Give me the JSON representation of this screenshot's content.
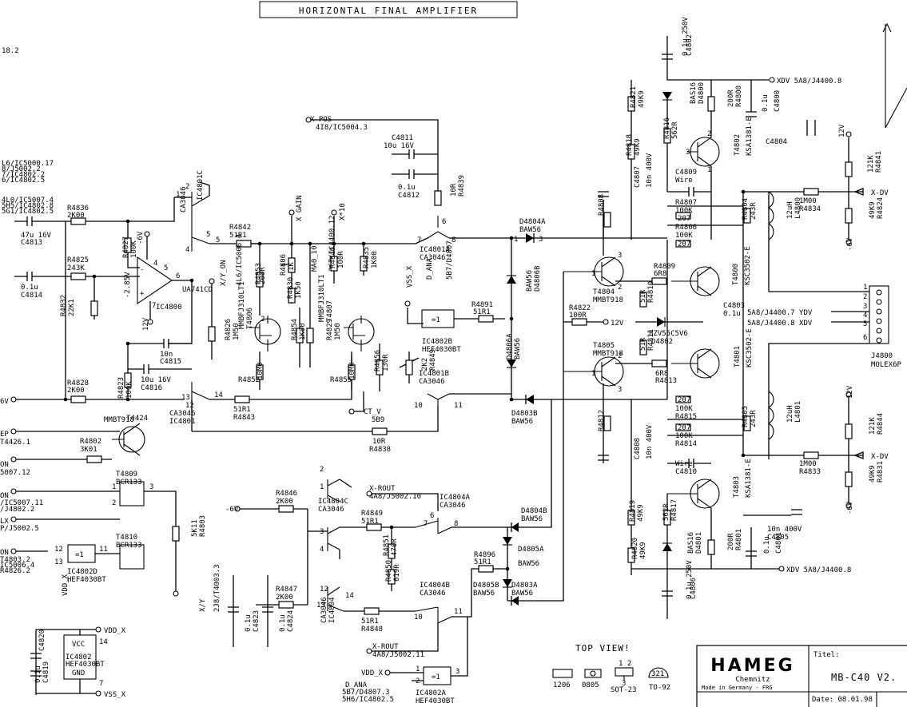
{
  "title": "HORIZONTAL FINAL AMPLIFIER",
  "left_edge": {
    "ref_top": "18.2",
    "refs_a": [
      "L6/IC5000.17",
      "8/J5002.2",
      "7/IC4802.2",
      "6/IC4802.5"
    ],
    "refs_b": [
      "4L0/IC5007.4",
      "5H5/IC4802.8",
      "5G1/IC4802.5"
    ],
    "v6": "6V",
    "ep": "EP",
    "ep_ref": "T4426.1",
    "on1": "ON",
    "on1_ref": "5007.12",
    "on2": "ON",
    "on2_ref": "/IC5007.11",
    "on2_ref2": "/J4802.2",
    "lx": "LX",
    "lx_ref": "P/J5002.5",
    "on3": "ON",
    "on3_refs": [
      "T4803.2",
      "IC5006.4",
      "R4826.2"
    ]
  },
  "components": {
    "c4813": [
      "47u 16V",
      "C4813"
    ],
    "r4836": [
      "R4836",
      "2K00"
    ],
    "r4827": [
      "R4827",
      "100K"
    ],
    "r4825": [
      "R4825",
      "243K"
    ],
    "c4814": [
      "0.1u",
      "C4814"
    ],
    "r4832": [
      "R4832",
      "22K1"
    ],
    "ic4800": [
      "UA741CD",
      "IC4800"
    ],
    "v_neg2": "-2.85V",
    "v_neg6": "-6V",
    "v_12": "12V",
    "ic4801c": [
      "CA3046",
      "IC4801C"
    ],
    "r4842": [
      "R4842",
      "51R1"
    ],
    "x_gain": "X GAIN",
    "x10": "X*10",
    "xy_on": [
      "X/Y_ON",
      "4L6/IC5006.4"
    ],
    "r4853": [
      "R4853",
      "200R"
    ],
    "r4806": [
      "R4806",
      "1K"
    ],
    "r4830": [
      "R4830",
      "1K50"
    ],
    "ma0": [
      "MA0_10",
      "3C7/IC4400.12"
    ],
    "r4840": [
      "R4840",
      "100R"
    ],
    "r4835": [
      "R4835",
      "1K00"
    ],
    "r4826": [
      "R4826",
      "1M50"
    ],
    "t4806": [
      "MMBFJ310LT1",
      "T4806"
    ],
    "r4854": [
      "R4854",
      "1K00"
    ],
    "r4829": [
      "R4829",
      "1M50"
    ],
    "t4807": [
      "MMBFJ310LT1",
      "T4807"
    ],
    "c4815": [
      "10n",
      "C4815"
    ],
    "c4816": [
      "10u 16V",
      "C4816"
    ],
    "r4823": [
      "R4823",
      "100K"
    ],
    "r4828": [
      "R4828",
      "2K00"
    ],
    "ic4801": [
      "CA3046",
      "IC4801"
    ],
    "r4852": [
      "R4852",
      "10M0"
    ],
    "r4855": [
      "R4855",
      "10M0"
    ],
    "r4856": [
      "R4856",
      "130R"
    ],
    "r4849b": [
      "2K2",
      "R4849"
    ],
    "r4843": [
      "51R1",
      "R4843"
    ],
    "ct_v": [
      "CT_V",
      "5B9"
    ],
    "r4838": [
      "10R",
      "R4838"
    ],
    "ic4801b": [
      "IC4801B",
      "CA3046"
    ],
    "x_pos": [
      "X-POS",
      "4I8/IC5004.3"
    ],
    "c4811": [
      "C4811",
      "10u 16V"
    ],
    "c4812": [
      "0.1u",
      "C4812"
    ],
    "r4839": [
      "10R",
      "R4839"
    ],
    "d_ana": [
      "D_ANA",
      "5B7/D4807"
    ],
    "ic4801a": [
      "IC4801A",
      "CA3046"
    ],
    "vss_x": "VSS_X",
    "ic4802b": [
      "IC4802B",
      "HEF4030BT"
    ],
    "r4891": [
      "R4891",
      "51R1"
    ],
    "d4804a": [
      "D4804A",
      "BAW56"
    ],
    "d4806b": [
      "BAW56",
      "D4806B"
    ],
    "d4806a": [
      "D4806A",
      "BAW56"
    ],
    "d4803b": [
      "D4803B",
      "BAW56"
    ],
    "t4424": [
      "T4424",
      "MMBT918"
    ],
    "r4802": [
      "R4802",
      "3K01"
    ],
    "t4809": [
      "T4809",
      "BCR133"
    ],
    "t4810": [
      "T4810",
      "BCR133"
    ],
    "r4803": [
      "5K11",
      "R4803"
    ],
    "ic4802d": [
      "IC4802D",
      "HEF4030BT"
    ],
    "vdd_x": "VDD_X",
    "c4820": [
      "C4820"
    ],
    "c4819": [
      "0.1u",
      "C4819"
    ],
    "ic4802_pwr": [
      "VCC",
      "IC4802",
      "HEF4030BT",
      "GND"
    ],
    "vdd_x2": "VDD_X",
    "vss_x2": "VSS_X",
    "xy_ref": [
      "X/Y",
      "2J8/T4003.3"
    ],
    "c4823": [
      "0.1u",
      "C4823"
    ],
    "c4824": [
      "0.1u",
      "C4824"
    ],
    "r4846": [
      "R4846",
      "2K00"
    ],
    "ic4804c": [
      "IC4804C",
      "CA3046"
    ],
    "neg6v": "-6V",
    "x_rout1": [
      "X-ROUT",
      "4A8/J5002.10"
    ],
    "r4849": [
      "R4849",
      "51R1"
    ],
    "ic4804a": [
      "IC4804A",
      "CA3046"
    ],
    "r4851": [
      "R4851",
      "470R"
    ],
    "r4850": [
      "R4850",
      "619R"
    ],
    "r4847": [
      "R4847",
      "2K00"
    ],
    "ic4804": [
      "CA3046",
      "IC4804"
    ],
    "r4848": [
      "51R1",
      "R4848"
    ],
    "ic4804b": [
      "IC4804B",
      "CA3046"
    ],
    "x_rout2": [
      "X-ROUT",
      "4A8/J5002.11"
    ],
    "r4896": [
      "R4896",
      "51R1"
    ],
    "d4804b": [
      "D4804B",
      "BAW56"
    ],
    "d4805a": [
      "D4805A",
      "BAW56"
    ],
    "d4805b": [
      "D4805B",
      "BAW56"
    ],
    "d4803a": [
      "D4803A",
      "BAW56"
    ],
    "vdd_x3": "VDD_X",
    "d_ana2": [
      "D_ANA",
      "5B7/D4807.3",
      "5H6/IC4802.5"
    ],
    "ic4802a": [
      "IC4802A",
      "HEF4030BT"
    ],
    "c4802": [
      "0.1u 250V",
      "C4802"
    ],
    "xdv1": "XDV 5A8/J4400.8",
    "r4821": [
      "R4821",
      "49K9"
    ],
    "d4800": [
      "BAS16",
      "D4800"
    ],
    "r4800": [
      "200R",
      "R4800"
    ],
    "c4800": [
      "0.1u",
      "C4800"
    ],
    "r4818": [
      "R4818",
      "49K9"
    ],
    "r4816": [
      "R4816",
      "562R"
    ],
    "c4804": [
      "C4804"
    ],
    "t4802": [
      "T4802",
      "KSA1381-E"
    ],
    "v12_top": "12V",
    "r4841": [
      "121K",
      "R4841"
    ],
    "c4809": [
      "C4809",
      "Wire"
    ],
    "c4807": [
      "C4807",
      "10n 400V"
    ],
    "r4807": [
      "R4807",
      "100K",
      "207"
    ],
    "r4806b": [
      "R4806",
      "100K",
      "207"
    ],
    "r4808": [
      "R4808"
    ],
    "r4804": [
      "R4804",
      "243R"
    ],
    "l4800": [
      "12uH",
      "L4800"
    ],
    "r4834": [
      "1M00",
      "R4834"
    ],
    "r4824": [
      "49K9",
      "R4824"
    ],
    "out_dv1": "X-DV",
    "v_neg6_r": "-6V",
    "t4804": [
      "T4804",
      "MMBT918"
    ],
    "r4809": [
      "R4809",
      "6R8"
    ],
    "t4800": [
      "T4800",
      "KSC3502-E"
    ],
    "r4810": [
      "51R",
      "R4810"
    ],
    "r4822": [
      "R4822",
      "100R"
    ],
    "v12_mid": "12V",
    "c4803": [
      "C4803",
      "0.1u"
    ],
    "d4802": [
      "BZV55C5V6",
      "D4802"
    ],
    "j4800": [
      "J4800",
      "MOLEX6P"
    ],
    "ydv": "5A8/J4400.7 YDV",
    "xdv_mid": "5A8/J4400.8 XDV",
    "t4805": [
      "T4805",
      "MMBT918"
    ],
    "r4811": [
      "51R",
      "R4811"
    ],
    "r4813": [
      "6R8",
      "R4813"
    ],
    "t4801": [
      "T4801",
      "KSC3502-E"
    ],
    "r4815": [
      "207",
      "100K",
      "R4815"
    ],
    "r4814": [
      "207",
      "100K",
      "R4814"
    ],
    "r4812": [
      "R4812"
    ],
    "c4808": [
      "C4808",
      "10n 400V"
    ],
    "r4805": [
      "R4805",
      "243R"
    ],
    "l4801": [
      "12uH",
      "L4801"
    ],
    "c4810": [
      "Wire",
      "C4810"
    ],
    "r4833": [
      "1M00",
      "R4833"
    ],
    "v12_bot": "12V",
    "r4844": [
      "121K",
      "R4844"
    ],
    "r4831": [
      "49K9",
      "R4831"
    ],
    "out_dv2": "X-DV",
    "v_neg6_r2": "-6V",
    "t4803": [
      "T4803",
      "KSA1381-E"
    ],
    "r4819": [
      "R4819",
      "49K9"
    ],
    "r4817": [
      "562R",
      "R4817"
    ],
    "c4805": [
      "10n 400V",
      "C4805"
    ],
    "c4801": [
      "0.1u",
      "C4801"
    ],
    "r4820": [
      "R4820",
      "49K9"
    ],
    "d4801": [
      "BAS16",
      "D4801"
    ],
    "r4801": [
      "200R",
      "R4801"
    ],
    "xdv2": "XDV 5A8/J4400.8",
    "c4806": [
      "0.1u 250V",
      "C4806"
    ]
  },
  "top_view": {
    "title": "TOP VIEW!",
    "packages": [
      "1206",
      "0805",
      "SOT-23",
      "TO-92"
    ],
    "sot_pins": "1 2",
    "sot_pin3": "3",
    "to92_pins": "321"
  },
  "title_block": {
    "logo": "HAMEG",
    "city": "Chemnitz",
    "made": "Mode in Germany - FRG",
    "titel_label": "Titel:",
    "titel_value": "MB-C40 V2.",
    "date": "Date: 08.01.98"
  }
}
